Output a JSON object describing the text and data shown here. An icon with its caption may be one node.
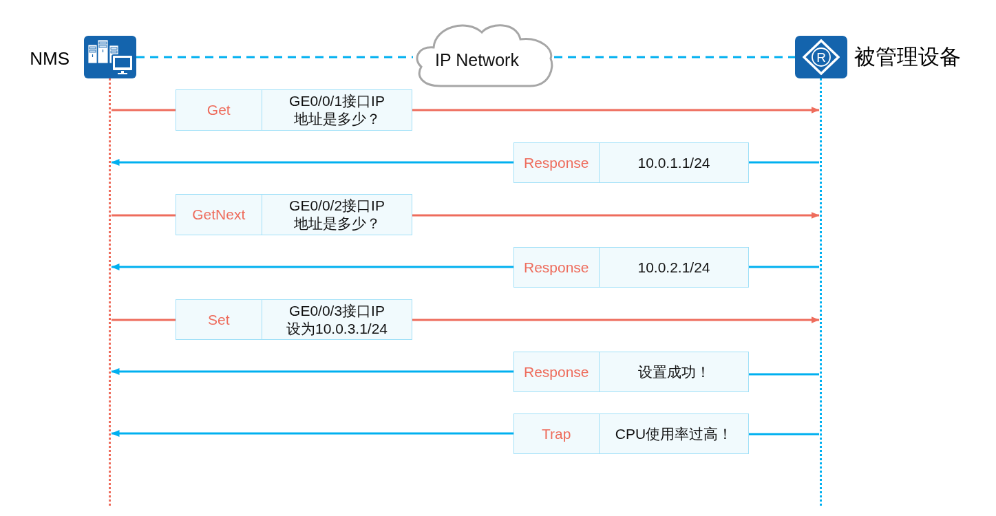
{
  "diagram": {
    "nodes": [
      {
        "text": [],
        "shape": "picture",
        "beside": [
          "NMS"
        ]
      },
      {
        "text": [
          "IP Network"
        ]
      },
      {
        "text": [
          "R"
        ],
        "beside": [
          "被管理设备"
        ]
      },
      {
        "text": [],
        "shape": "line"
      },
      {
        "text": [],
        "shape": "line"
      },
      {
        "text": [
          "Get",
          "GE0/0/1接口IP地址是多少？"
        ]
      },
      {
        "text": [
          "Response",
          "10.0.1.1/24"
        ]
      },
      {
        "text": [
          "GetNext",
          "GE0/0/2接口IP地址是多少？"
        ]
      },
      {
        "text": [
          "Response",
          "10.0.2.1/24"
        ]
      },
      {
        "text": [
          "Set",
          "GE0/0/3接口IP设为10.0.3.1/24"
        ]
      },
      {
        "text": [
          "Response",
          "设置成功！"
        ]
      },
      {
        "text": [
          "Trap",
          "CPU使用率过高！"
        ]
      }
    ],
    "edges": [
      {
        "from": 0,
        "to": 1,
        "arrow": "none",
        "style": "dashed"
      },
      {
        "from": 1,
        "to": 2,
        "arrow": "none",
        "style": "dashed"
      },
      {
        "from": 3,
        "to": 5,
        "arrow": "none",
        "color": "#ee6c5c"
      },
      {
        "from": 5,
        "to": 4,
        "arrow": "to",
        "color": "#ee6c5c"
      },
      {
        "from": 4,
        "to": 6,
        "arrow": "none"
      },
      {
        "from": 6,
        "to": 3,
        "arrow": "to"
      },
      {
        "from": 3,
        "to": 7,
        "arrow": "none",
        "color": "#ee6c5c"
      },
      {
        "from": 7,
        "to": 4,
        "arrow": "to",
        "color": "#ee6c5c"
      },
      {
        "from": 4,
        "to": 8,
        "arrow": "none"
      },
      {
        "from": 8,
        "to": 3,
        "arrow": "to"
      },
      {
        "from": 3,
        "to": 9,
        "arrow": "none",
        "color": "#ee6c5c"
      },
      {
        "from": 9,
        "to": 4,
        "arrow": "to",
        "color": "#ee6c5c"
      },
      {
        "from": 4,
        "to": 10,
        "arrow": "none"
      },
      {
        "from": 10,
        "to": 3,
        "arrow": "to"
      },
      {
        "from": 4,
        "to": 11,
        "arrow": "none"
      },
      {
        "from": 11,
        "to": 3,
        "arrow": "to"
      }
    ]
  }
}
